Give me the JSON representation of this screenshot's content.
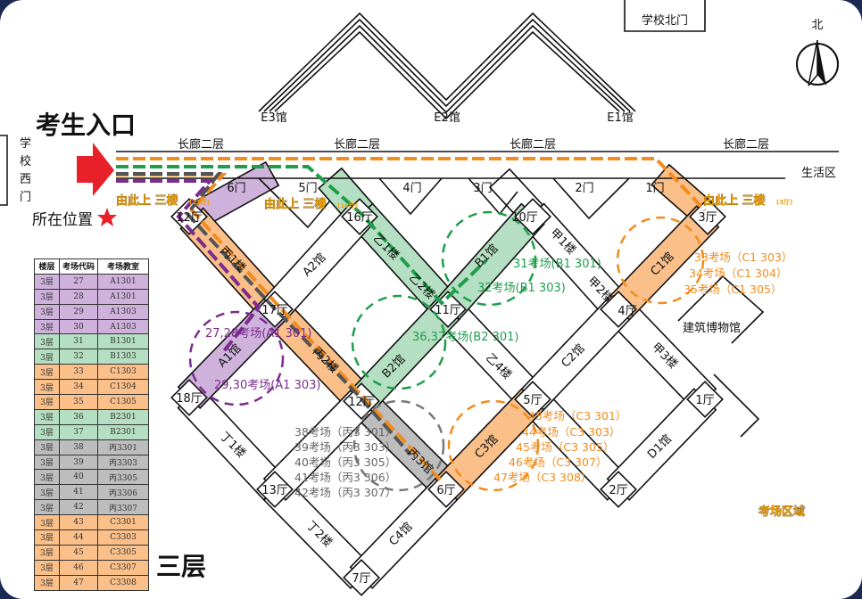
{
  "colors": {
    "purple": "#cfb2dc",
    "green": "#b5dfc2",
    "orange": "#fbc08a",
    "gray": "#bdbdbd",
    "purple_text": "#7b2d8e",
    "green_text": "#1e9e4a",
    "orange_text": "#f28c1e",
    "arrow": "#e8202a"
  },
  "header": {
    "north_gate": "学校北门",
    "north": "北",
    "entrance": "考生入口",
    "west_gate": [
      "学",
      "校",
      "西",
      "门"
    ],
    "location": "所在位置",
    "floor": "三层",
    "living_area": "生活区",
    "museum": "建筑博物馆",
    "exam_area": "考场区域"
  },
  "corridor": [
    "长廊二层",
    "长廊二层",
    "长廊二层",
    "长廊二层"
  ],
  "gates": {
    "e3": "E3馆",
    "e2": "E2馆",
    "e1": "E1馆"
  },
  "doors": [
    "6门",
    "5门",
    "4门",
    "3门",
    "2门",
    "1门"
  ],
  "halls": {
    "h12a": "12厅",
    "h16": "16厅",
    "h10": "10厅",
    "h3": "3厅",
    "h17": "17厅",
    "h11": "11厅",
    "h4": "4厅",
    "h18": "18厅",
    "h12b": "12厅",
    "h5": "5厅",
    "h1": "1厅",
    "h13": "13厅",
    "h6": "6厅",
    "h2": "2厅",
    "h7": "7厅"
  },
  "buildings": {
    "bing1": "丙1楼",
    "bing2": "丙2楼",
    "bing3": "丙3馆",
    "yi1": "乙1楼",
    "yi2": "乙2楼",
    "a2": "A2馆",
    "a1": "A1馆",
    "b1": "B1馆",
    "b2": "B2馆",
    "jia1": "甲1楼",
    "jia2": "甲2楼",
    "c1": "C1馆",
    "c2": "C2馆",
    "jia3": "甲3楼",
    "yi4": "乙4楼",
    "c3": "C3馆",
    "d1": "D1馆",
    "ding1": "丁1楼",
    "ding2": "丁2楼",
    "c4": "C4馆"
  },
  "stairs": [
    {
      "text": "由此上 三楼",
      "hall": "(21厅)"
    },
    {
      "text": "由此上 三楼",
      "hall": "(16厅)"
    },
    {
      "text": "由此上 三楼",
      "hall": "(3厅)"
    }
  ],
  "exams": {
    "a1": [
      "27,28考场(A1 301)",
      "29,30考场(A1 303)"
    ],
    "b1": [
      "31考场(B1 301)",
      "32考场(B1 303)"
    ],
    "b2": [
      "36,37考场(B2 301)"
    ],
    "c1": [
      "33考场（C1 303）",
      "34考场（C1 304）",
      "35考场（C1 305）"
    ],
    "bing3": [
      "38考场（丙3 301）",
      "39考场（丙3 303）",
      "40考场（丙3 305）",
      "41考场（丙3 306）",
      "42考场（丙3 307）"
    ],
    "c3": [
      "43考场（C3 301）",
      "44考场（C3 303）",
      "45考场（C3 305）",
      "46考场（C3 307）",
      "47考场（C3 308）"
    ]
  },
  "table": {
    "headers": [
      "楼层",
      "考场代码",
      "考场教室"
    ],
    "rows": [
      {
        "floor": "3层",
        "code": "27",
        "room": "A1301",
        "color": "purple"
      },
      {
        "floor": "3层",
        "code": "28",
        "room": "A1301",
        "color": "purple"
      },
      {
        "floor": "3层",
        "code": "29",
        "room": "A1303",
        "color": "purple"
      },
      {
        "floor": "3层",
        "code": "30",
        "room": "A1303",
        "color": "purple"
      },
      {
        "floor": "3层",
        "code": "31",
        "room": "B1301",
        "color": "green"
      },
      {
        "floor": "3层",
        "code": "32",
        "room": "B1303",
        "color": "green"
      },
      {
        "floor": "3层",
        "code": "33",
        "room": "C1303",
        "color": "orange"
      },
      {
        "floor": "3层",
        "code": "34",
        "room": "C1304",
        "color": "orange"
      },
      {
        "floor": "3层",
        "code": "35",
        "room": "C1305",
        "color": "orange"
      },
      {
        "floor": "3层",
        "code": "36",
        "room": "B2301",
        "color": "green"
      },
      {
        "floor": "3层",
        "code": "37",
        "room": "B2301",
        "color": "green"
      },
      {
        "floor": "3层",
        "code": "38",
        "room": "丙3301",
        "color": "gray"
      },
      {
        "floor": "3层",
        "code": "39",
        "room": "丙3303",
        "color": "gray"
      },
      {
        "floor": "3层",
        "code": "40",
        "room": "丙3305",
        "color": "gray"
      },
      {
        "floor": "3层",
        "code": "41",
        "room": "丙3306",
        "color": "gray"
      },
      {
        "floor": "3层",
        "code": "42",
        "room": "丙3307",
        "color": "gray"
      },
      {
        "floor": "3层",
        "code": "43",
        "room": "C3301",
        "color": "orange"
      },
      {
        "floor": "3层",
        "code": "44",
        "room": "C3303",
        "color": "orange"
      },
      {
        "floor": "3层",
        "code": "45",
        "room": "C3305",
        "color": "orange"
      },
      {
        "floor": "3层",
        "code": "46",
        "room": "C3307",
        "color": "orange"
      },
      {
        "floor": "3层",
        "code": "47",
        "room": "C3308",
        "color": "orange"
      }
    ]
  }
}
